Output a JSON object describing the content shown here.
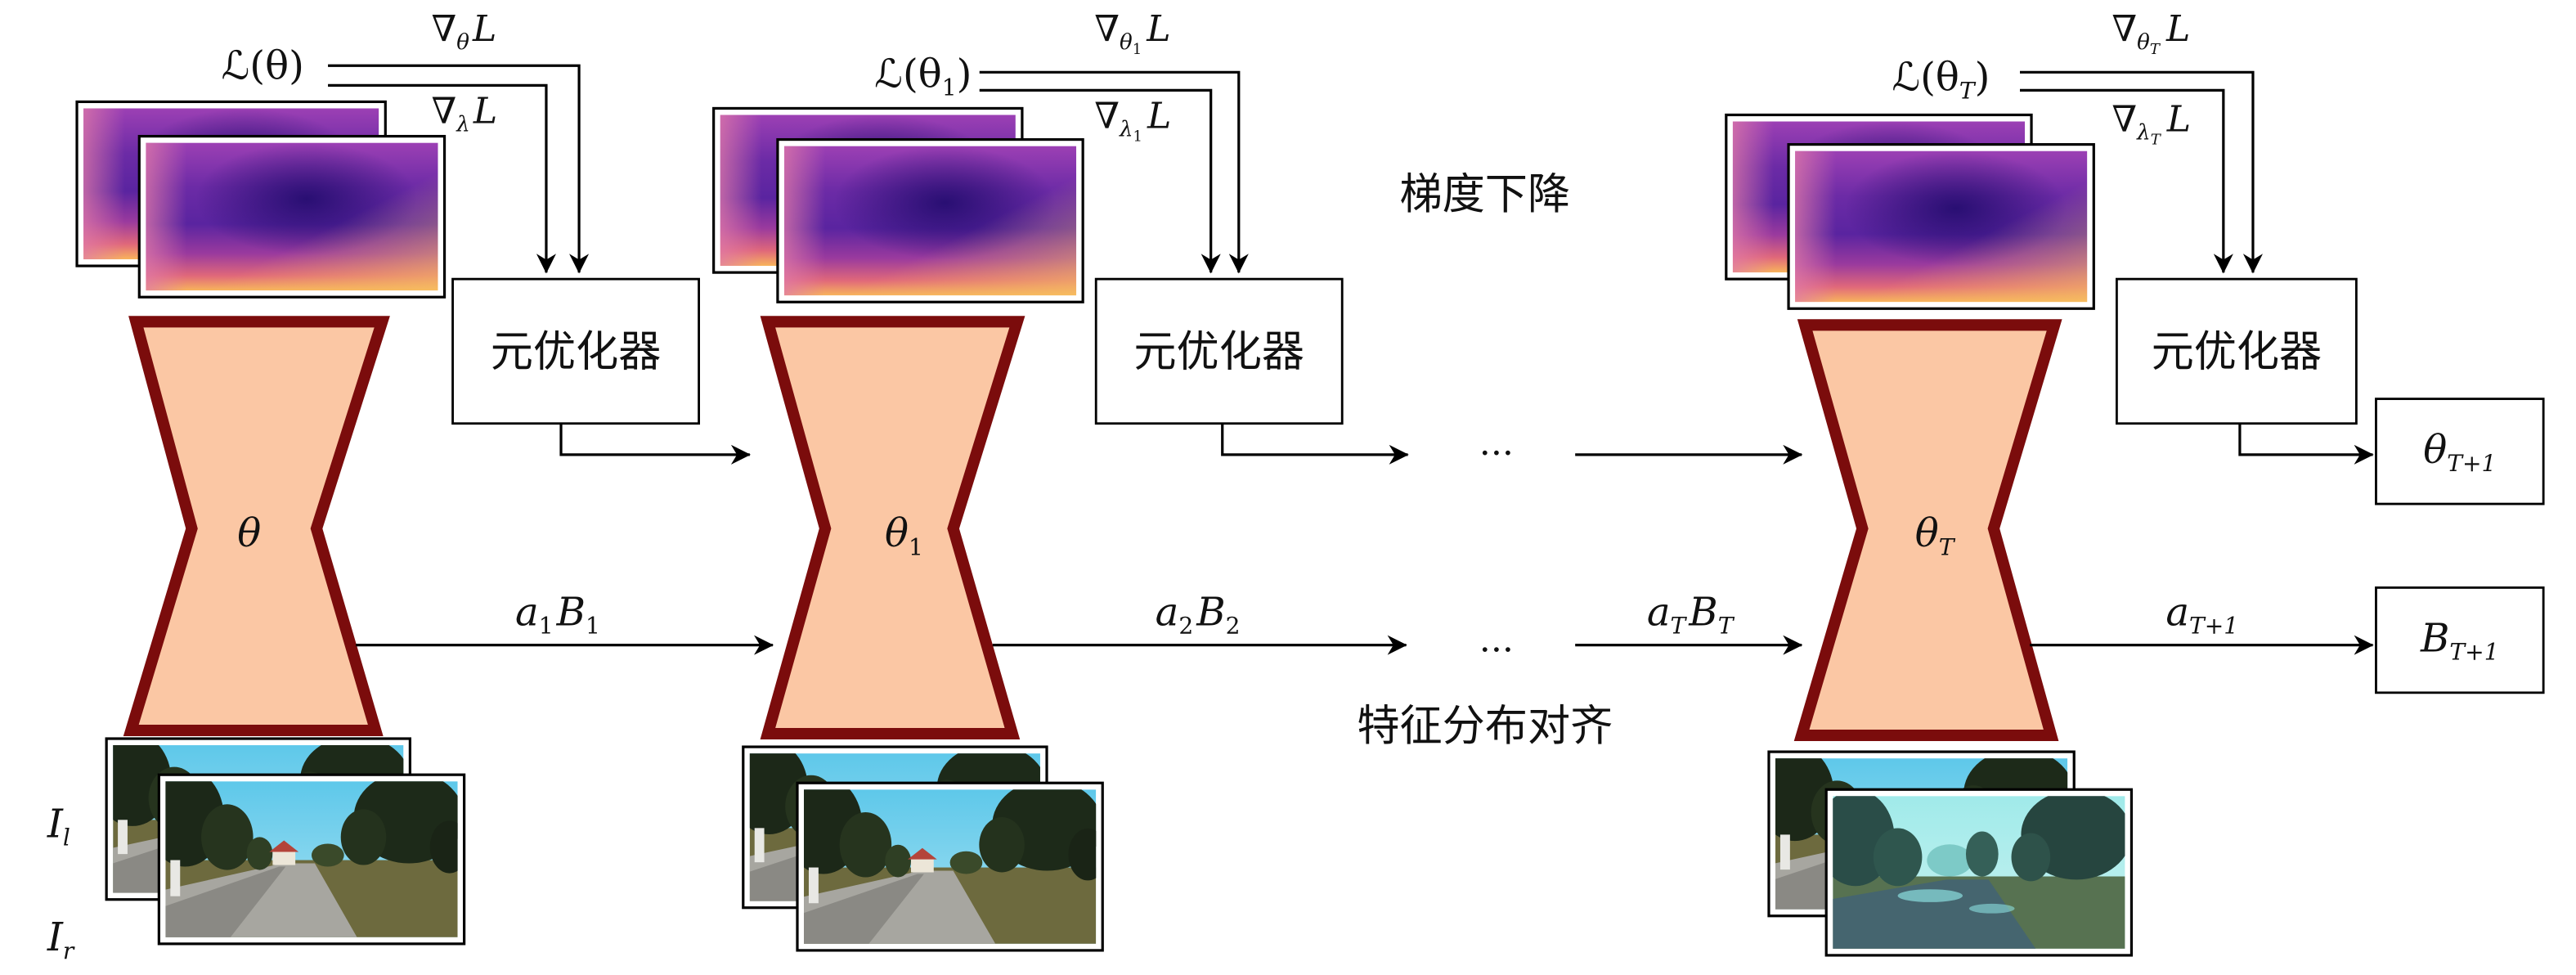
{
  "annotations": {
    "gradient_descent": "梯度下降",
    "feature_alignment": "特征分布对齐"
  },
  "ellipsis": "...",
  "inputs": {
    "left": {
      "base": "I",
      "sub": "l"
    },
    "right": {
      "base": "I",
      "sub": "r"
    }
  },
  "stages": [
    {
      "loss": {
        "base": "ℒ(θ",
        "close": ")"
      },
      "grad_theta": {
        "nabla": "∇",
        "sub": "θ",
        "var": "L"
      },
      "grad_lambda": {
        "nabla": "∇",
        "sub": "λ",
        "var": "L"
      },
      "network": {
        "base": "θ"
      },
      "optimizer": "元优化器"
    },
    {
      "loss": {
        "base": "ℒ(θ",
        "sub": "1",
        "close": ")"
      },
      "grad_theta": {
        "nabla": "∇",
        "sub": "θ",
        "subsub": "1",
        "var": "L"
      },
      "grad_lambda": {
        "nabla": "∇",
        "sub": "λ",
        "subsub": "1",
        "var": "L"
      },
      "network": {
        "base": "θ",
        "sub": "1"
      },
      "optimizer": "元优化器"
    },
    {
      "loss": {
        "base": "ℒ(θ",
        "sub": "T",
        "close": ")"
      },
      "grad_theta": {
        "nabla": "∇",
        "sub": "θ",
        "subsub": "T",
        "var": "L"
      },
      "grad_lambda": {
        "nabla": "∇",
        "sub": "λ",
        "subsub": "T",
        "var": "L"
      },
      "network": {
        "base": "θ",
        "sub": "T"
      },
      "optimizer": "元优化器"
    }
  ],
  "transfers": [
    {
      "a": "a",
      "a_sub": "1",
      "b": "B",
      "b_sub": "1"
    },
    {
      "a": "a",
      "a_sub": "2",
      "b": "B",
      "b_sub": "2"
    },
    {
      "a": "a",
      "a_sub": "T",
      "b": "B",
      "b_sub": "T"
    },
    {
      "a": "a",
      "a_sub": "T+1"
    }
  ],
  "outputs": {
    "theta_next": {
      "base": "θ",
      "sub": "T+1"
    },
    "b_next": {
      "base": "B",
      "sub": "T+1"
    }
  },
  "colors": {
    "network_fill": "#fbc7a4",
    "network_stroke": "#7b0c0c"
  }
}
